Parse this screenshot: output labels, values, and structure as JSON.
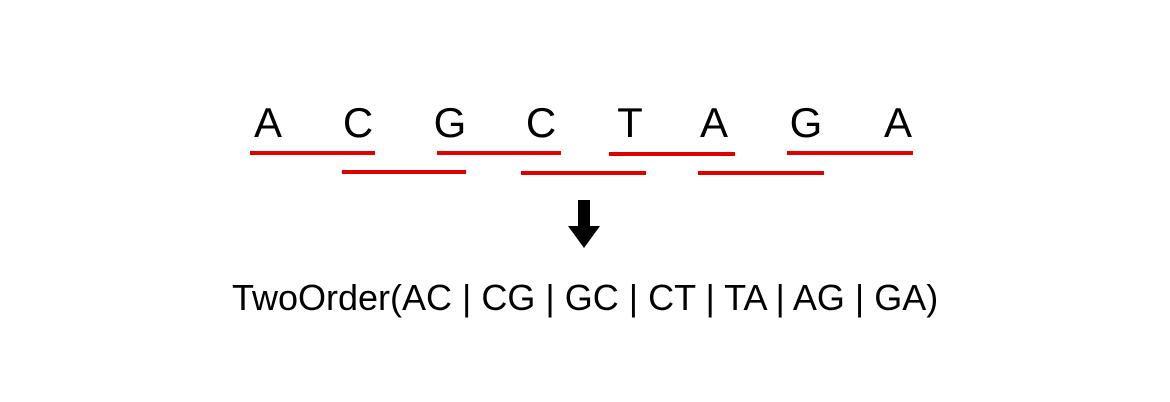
{
  "sequence": [
    "A",
    "C",
    "G",
    "C",
    "T",
    "A",
    "G",
    "A"
  ],
  "pairs": [
    "AC",
    "CG",
    "GC",
    "CT",
    "TA",
    "AG",
    "GA"
  ],
  "formula": "TwoOrder(AC | CG | GC | CT | TA | AG | GA)",
  "colors": {
    "text": "#000000",
    "underline": "#e00000",
    "arrow": "#000000"
  },
  "icons": {
    "arrow": "down-arrow-icon"
  }
}
